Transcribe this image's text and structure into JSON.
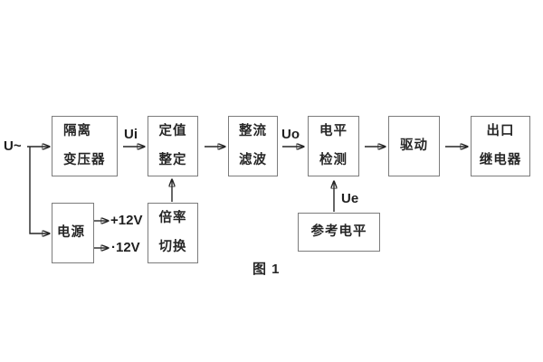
{
  "figure": {
    "caption": "图 1",
    "signal_labels": {
      "input": "U~",
      "ui": "Ui",
      "uo": "Uo",
      "ue": "Ue",
      "rail_pos": "+12V",
      "rail_neg": "·12V"
    },
    "blocks": {
      "isolation_transformer": {
        "line1": "隔离",
        "line2": "变压器"
      },
      "setting": {
        "line1": "定值",
        "line2": "整定"
      },
      "rectifier_filter": {
        "line1": "整流",
        "line2": "滤波"
      },
      "level_detector": {
        "line1": "电平",
        "line2": "检测"
      },
      "driver": {
        "line1": "驱动"
      },
      "output_relay": {
        "line1": "出口",
        "line2": "继电器"
      },
      "power_supply": {
        "line1": "电源"
      },
      "ratio_switch": {
        "line1": "倍率",
        "line2": "切换"
      },
      "reference_level": {
        "line1": "参考电平"
      }
    },
    "colors": {
      "background": "#ffffff",
      "box_border": "#7c7c7c",
      "connector": "#262626",
      "text": "#262626"
    }
  }
}
